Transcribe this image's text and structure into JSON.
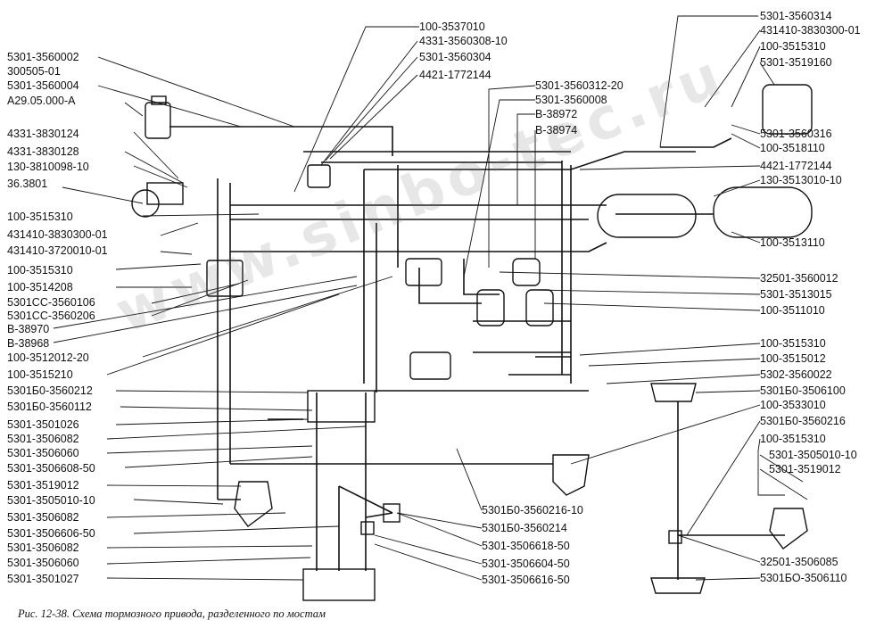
{
  "left_labels": [
    "5301-3560002",
    "300505-01",
    "5301-3560004",
    "A29.05.000-A",
    "4331-3830124",
    "4331-3830128",
    "130-3810098-10",
    "36.3801",
    "100-3515310",
    "431410-3830300-01",
    "431410-3720010-01",
    "100-3515310",
    "100-3514208",
    "5301CC-3560106",
    "5301CC-3560206",
    "B-38970",
    "B-38968",
    "100-3512012-20",
    "100-3515210",
    "5301Б0-3560212",
    "5301Б0-3560112",
    "5301-3501026",
    "5301-3506082",
    "5301-3506060",
    "5301-3506608-50",
    "5301-3519012",
    "5301-3505010-10",
    "5301-3506082",
    "5301-3506606-50",
    "5301-3506082",
    "5301-3506060",
    "5301-3501027"
  ],
  "top_center_labels": [
    "100-3537010",
    "4331-3560308-10",
    "5301-3560304",
    "4421-1772144",
    "5301-3560312-20",
    "5301-3560008",
    "B-38972",
    "B-38974"
  ],
  "right_labels": [
    "5301-3560314",
    "431410-3830300-01",
    "100-3515310",
    "5301-3519160",
    "5301-3560316",
    "100-3518110",
    "4421-1772144",
    "130-3513010-10",
    "100-3513110",
    "32501-3560012",
    "5301-3513015",
    "100-3511010",
    "100-3515310",
    "100-3515012",
    "5302-3560022",
    "5301Б0-3506100",
    "100-3533010",
    "5301Б0-3560216",
    "100-3515310",
    "5301-3505010-10",
    "5301-3519012"
  ],
  "bottom_center_labels": [
    "5301Б0-3560216-10",
    "5301Б0-3560214",
    "5301-3506618-50",
    "5301-3506604-50",
    "5301-3506616-50",
    "32501-3506085",
    "5301БО-3506110"
  ],
  "caption": "Рис. 12-38. Схема тормозного привода, разделенного по мостам",
  "watermark": "www.sinbo-tec.ru"
}
